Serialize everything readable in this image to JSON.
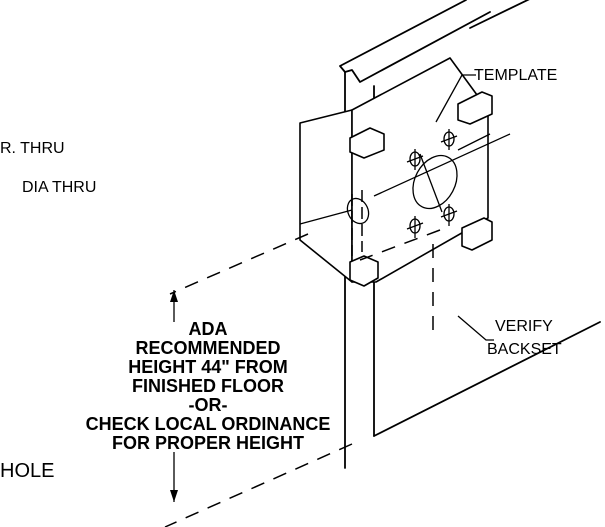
{
  "labels": {
    "template": "TEMPLATE",
    "verify_backset": [
      "VERIFY",
      "BACKSET"
    ],
    "dia_thru_partial_1": "R. THRU",
    "dia_thru_partial_2": "DIA THRU",
    "hole_partial": "HOLE",
    "ada_note": [
      "ADA",
      "RECOMMENDED",
      "HEIGHT 44\" FROM",
      "FINISHED FLOOR",
      "-OR-",
      "CHECK LOCAL ORDINANCE",
      "FOR PROPER HEIGHT"
    ]
  },
  "colors": {
    "line": "#000000",
    "background": "#ffffff"
  }
}
